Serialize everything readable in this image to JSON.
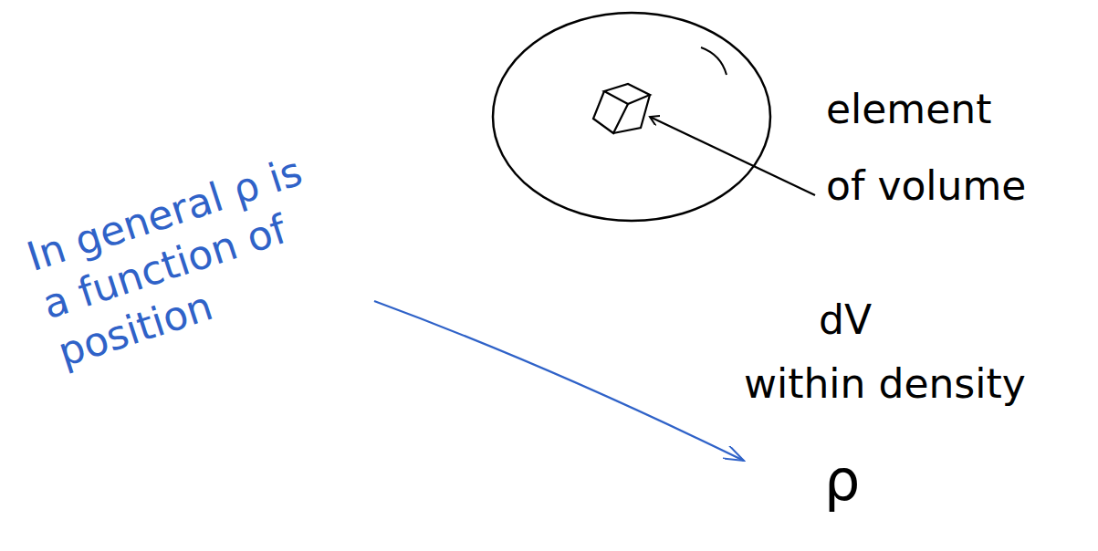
{
  "diagram": {
    "labels": [
      "element of volume",
      "dV",
      "within density",
      "ρ",
      "In general ρ is a function of position"
    ]
  }
}
